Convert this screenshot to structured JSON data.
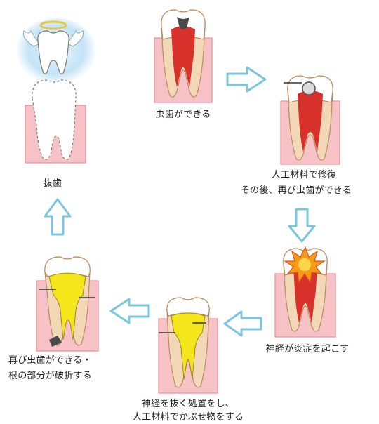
{
  "labels": {
    "cavity": "虫歯ができる",
    "filling_line1": "人工材料で修復",
    "filling_line2": "その後、再び虫歯ができる",
    "inflammation": "神経が炎症を起こす",
    "root_canal_line1": "神経を抜く処置をし、",
    "root_canal_line2": "人工材料でかぶせ物をする",
    "fracture_line1": "再び虫歯ができる・",
    "fracture_line2": "根の部分が破折する",
    "extraction": "抜歯"
  },
  "colors": {
    "gum": "#f6c2c6",
    "gum_stroke": "#e58f98",
    "pulp": "#d8302a",
    "pulp_filled": "#f5e61c",
    "root": "#f3d8b8",
    "enamel": "#ffffff",
    "decay": "#4a4a4a",
    "arrow_stroke": "#7cc6dd",
    "arrow_fill": "#ffffff",
    "halo": "#9fd2f2",
    "burst": "#f59a16"
  },
  "icons": {
    "cycle_arrows": "hollow-arrow-icon",
    "angel_wings": "wings-icon",
    "halo": "halo-icon",
    "inflammation": "burst-icon"
  }
}
